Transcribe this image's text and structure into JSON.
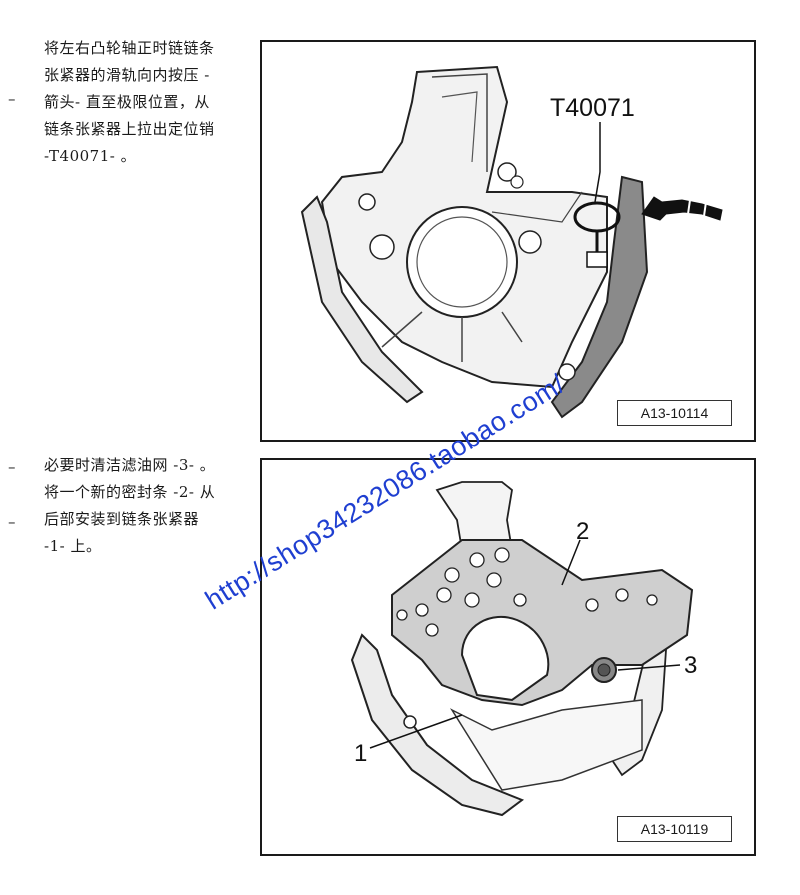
{
  "step1": {
    "dash": "–",
    "lines": [
      "将左右凸轮轴正时链链条",
      "张紧器的滑轨向内按压 -",
      "箭头- 直至极限位置，从",
      "链条张紧器上拉出定位销",
      "-T40071- 。"
    ]
  },
  "step2": {
    "dash": "–",
    "lines": [
      "必要时清洁滤油网 -3- 。"
    ]
  },
  "step3": {
    "dash": "–",
    "lines": [
      "将一个新的密封条 -2- 从",
      "后部安装到链条张紧器",
      "-1- 上。"
    ]
  },
  "figure1": {
    "tool_label": "T40071",
    "ref": "A13-10114"
  },
  "figure2": {
    "ref": "A13-10119",
    "callouts": [
      "2",
      "3",
      "1"
    ]
  },
  "watermark": "http://shop34232086.taobao.com/"
}
